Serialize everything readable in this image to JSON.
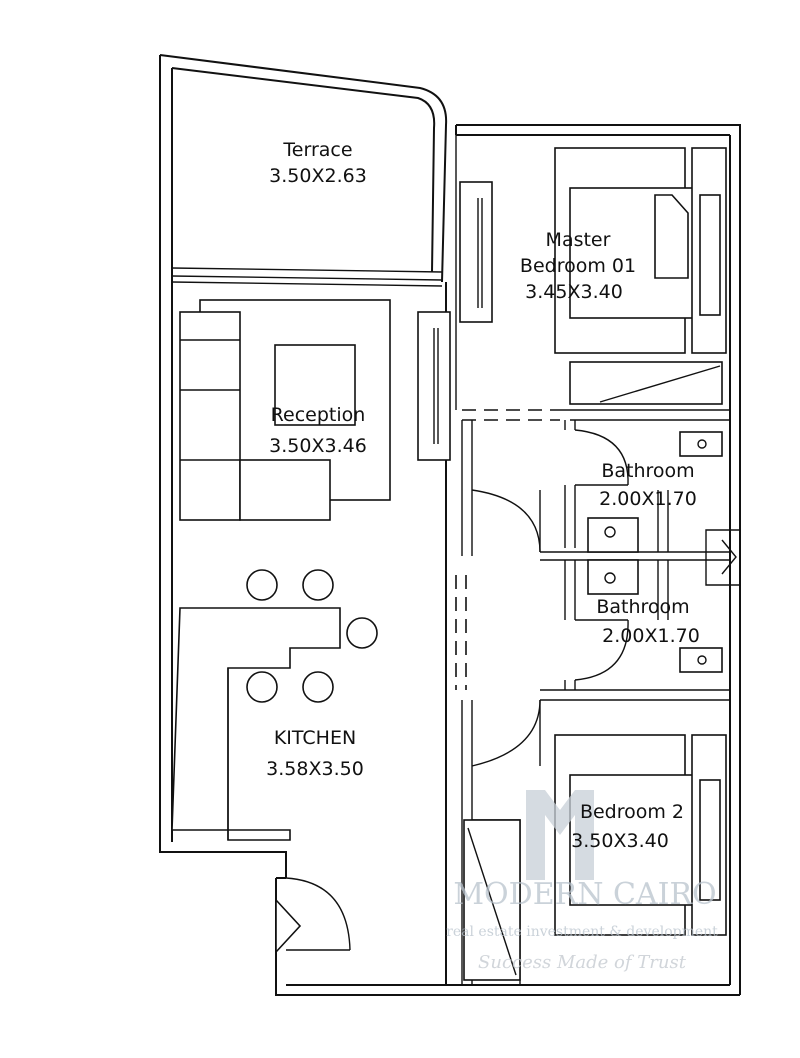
{
  "rooms": {
    "terrace": {
      "name": "Terrace",
      "size": "3.50X2.63"
    },
    "master": {
      "name_line1": "Master",
      "name_line2": "Bedroom  01",
      "size": "3.45X3.40"
    },
    "reception": {
      "name": "Reception",
      "size": "3.50X3.46"
    },
    "bath1": {
      "name": "Bathroom",
      "size": "2.00X1.70"
    },
    "bath2": {
      "name": "Bathroom",
      "size": "2.00X1.70"
    },
    "kitchen": {
      "name": "KITCHEN",
      "size": "3.58X3.50"
    },
    "bedroom2": {
      "name": "Bedroom  2",
      "size": "3.50X3.40"
    }
  },
  "watermark": {
    "brand": "MODERN CAIRO",
    "tagline": "real estate investment & development",
    "slogan": "Success Made of Trust",
    "color": "#b9c3cd"
  }
}
